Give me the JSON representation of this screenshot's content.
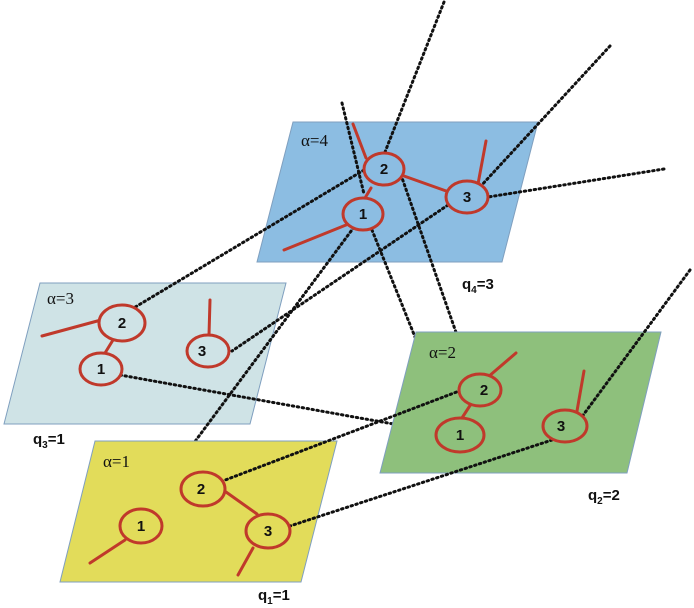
{
  "colors": {
    "plane_alpha4": "#8cbde2",
    "plane_alpha3": "#cfe3e6",
    "plane_alpha2": "#8ec07c",
    "plane_alpha1": "#e2dc5a",
    "node_stroke": "#c0392b",
    "node_fill_alpha4": "#8cbde2",
    "node_fill_alpha3": "#cfe3e6",
    "node_fill_alpha2": "#8ec07c",
    "node_fill_alpha1": "#e2dc5a"
  },
  "planes": {
    "alpha4": {
      "label": "α=4",
      "q_main": "q",
      "q_sub": "4",
      "q_value": "=3",
      "nodes": [
        "2",
        "1",
        "3"
      ]
    },
    "alpha3": {
      "label": "α=3",
      "q_main": "q",
      "q_sub": "3",
      "q_value": "=1",
      "nodes": [
        "2",
        "1",
        "3"
      ]
    },
    "alpha2": {
      "label": "α=2",
      "q_main": "q",
      "q_sub": "2",
      "q_value": "=2",
      "nodes": [
        "2",
        "1",
        "3"
      ]
    },
    "alpha1": {
      "label": "α=1",
      "q_main": "q",
      "q_sub": "1",
      "q_value": "=1",
      "nodes": [
        "2",
        "1",
        "3"
      ]
    }
  }
}
